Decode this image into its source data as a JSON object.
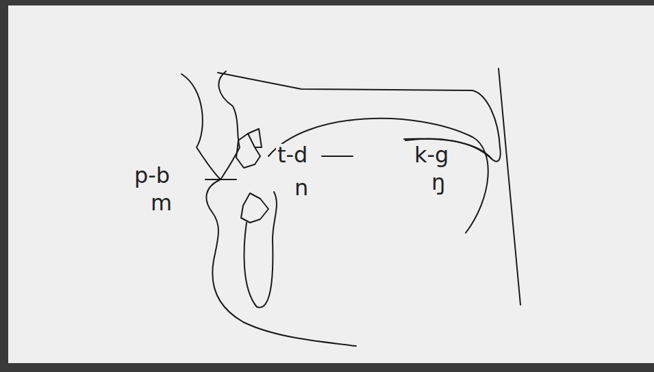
{
  "diagram": {
    "labels": [
      "p-b",
      "m",
      "t-d",
      "n",
      "k-g",
      "ŋ"
    ]
  }
}
